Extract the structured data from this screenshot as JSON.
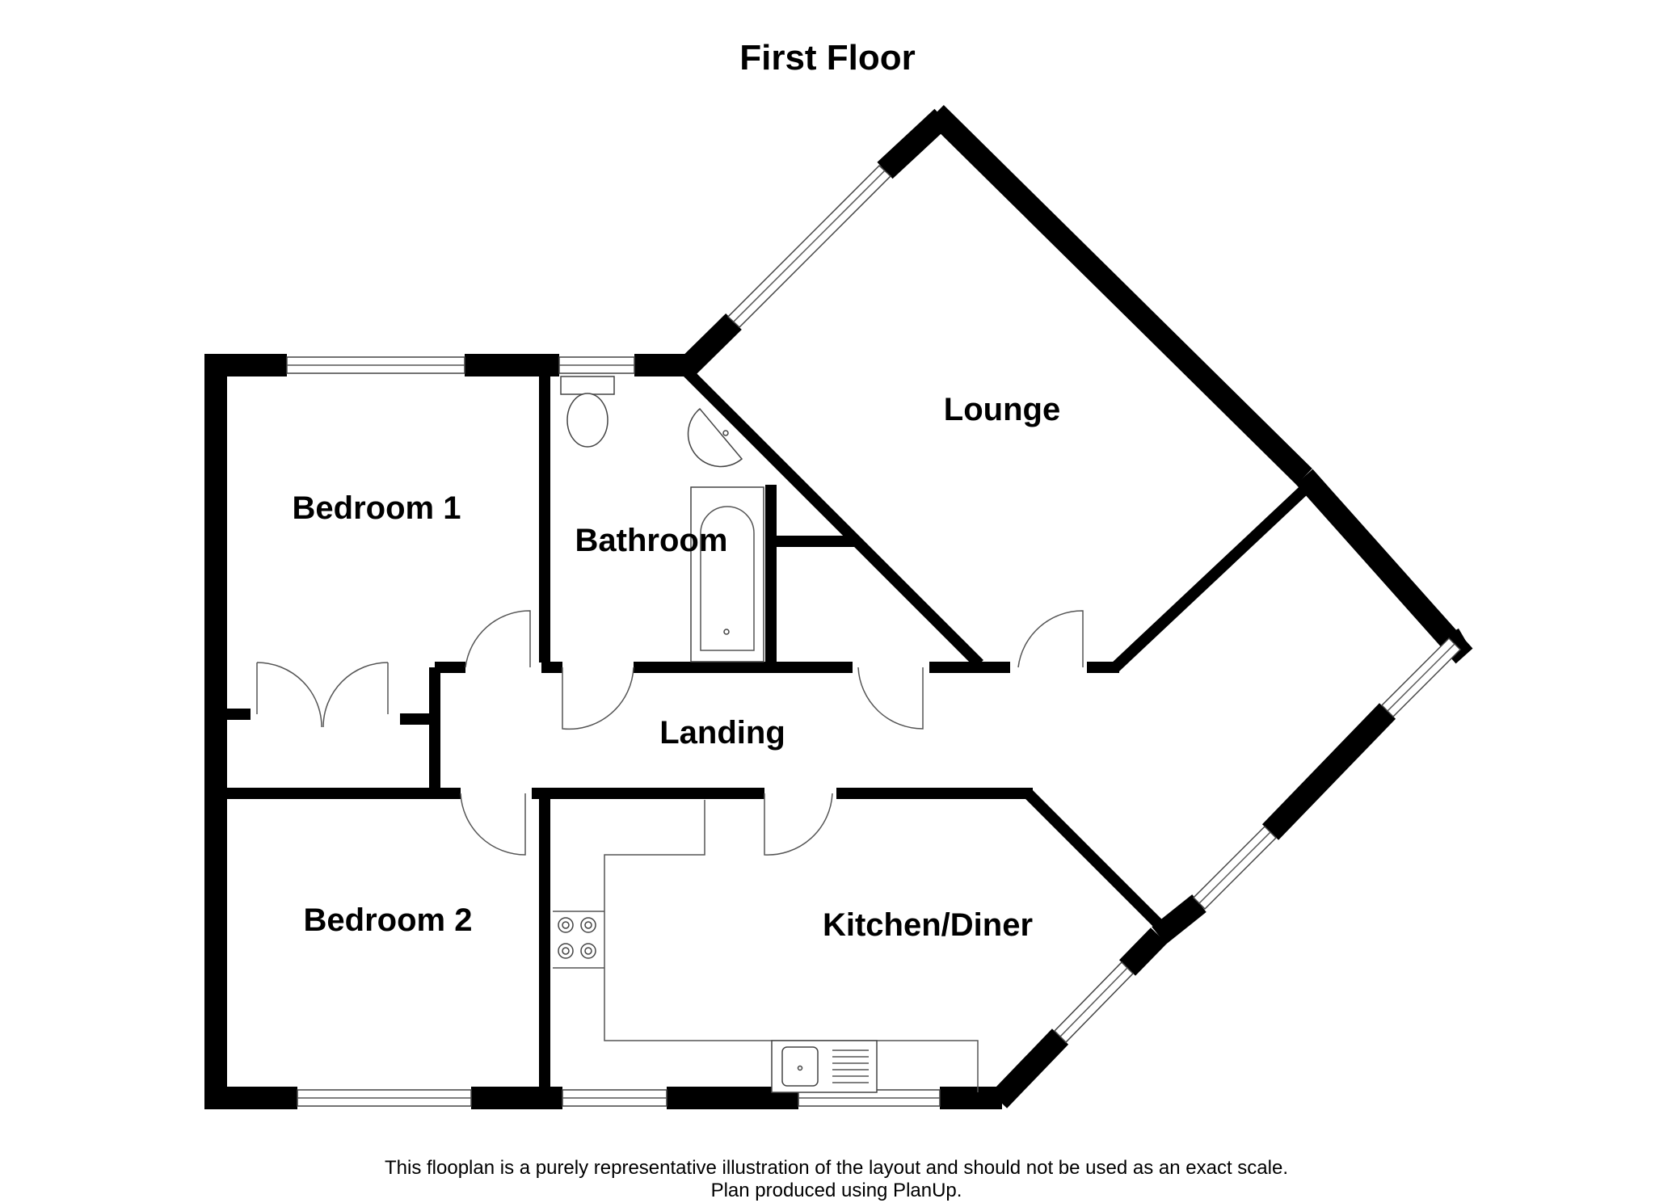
{
  "title": "First Floor",
  "rooms": {
    "lounge": "Lounge",
    "bedroom1": "Bedroom 1",
    "bathroom": "Bathroom",
    "landing": "Landing",
    "bedroom2": "Bedroom 2",
    "kitchen": "Kitchen/Diner"
  },
  "disclaimer": {
    "line1": "This flooplan is a purely representative illustration of the layout and should not be used as an exact scale.",
    "line2": "Plan produced using PlanUp."
  }
}
